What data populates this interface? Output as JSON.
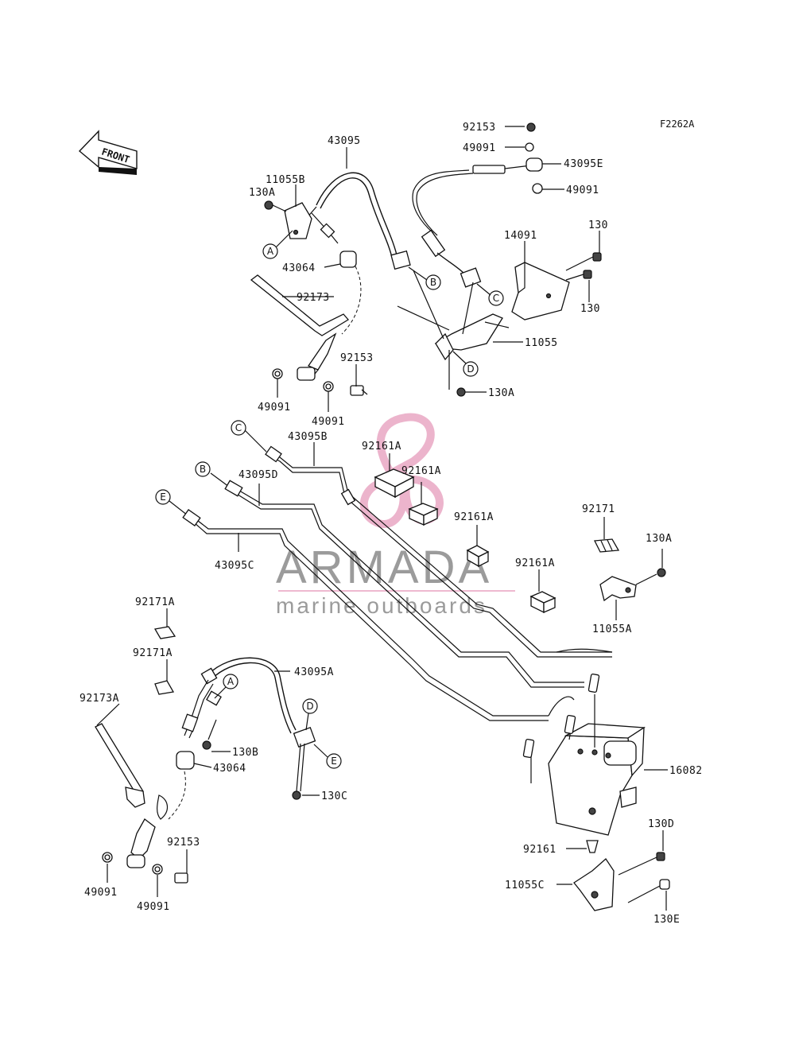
{
  "diagram_code": "F2262A",
  "front_label": "FRONT",
  "watermark": {
    "brand": "ARMADA",
    "tagline": "marine outboards"
  },
  "colors": {
    "line": "#111111",
    "watermark_text": "#8a8a8a",
    "watermark_logo": "#e8a2c0"
  },
  "part_labels": {
    "p92153_top": "92153",
    "p49091_top": "49091",
    "p43095E": "43095E",
    "p49091_top2": "49091",
    "p43095": "43095",
    "p11055B": "11055B",
    "p130A_top": "130A",
    "p43064_top": "43064",
    "p92173": "92173",
    "p92153_mid": "92153",
    "p49091_mid_l": "49091",
    "p49091_mid_r": "49091",
    "p14091": "14091",
    "p130_a": "130",
    "p130_b": "130",
    "p11055": "11055",
    "p130A_mid": "130A",
    "p43095B": "43095B",
    "p92161A_1": "92161A",
    "p92161A_2": "92161A",
    "p43095D": "43095D",
    "p92161A_3": "92161A",
    "p92161A_4": "92161A",
    "p92171": "92171",
    "p130A_right": "130A",
    "p11055A": "11055A",
    "p43095C": "43095C",
    "p92171A_1": "92171A",
    "p92171A_2": "92171A",
    "p43095A": "43095A",
    "p92173A": "92173A",
    "p130B": "130B",
    "p43064_bot": "43064",
    "p130C": "130C",
    "p16082": "16082",
    "p92153_bot": "92153",
    "p92161": "92161",
    "p130D": "130D",
    "p11055C": "11055C",
    "p130E": "130E",
    "p49091_bot_l": "49091",
    "p49091_bot_r": "49091"
  },
  "callouts": {
    "A_top": "A",
    "B_top": "B",
    "C_top": "C",
    "D_top": "D",
    "C_line": "C",
    "B_line": "B",
    "E_line": "E",
    "A_bot": "A",
    "D_bot": "D",
    "E_bot": "E"
  }
}
